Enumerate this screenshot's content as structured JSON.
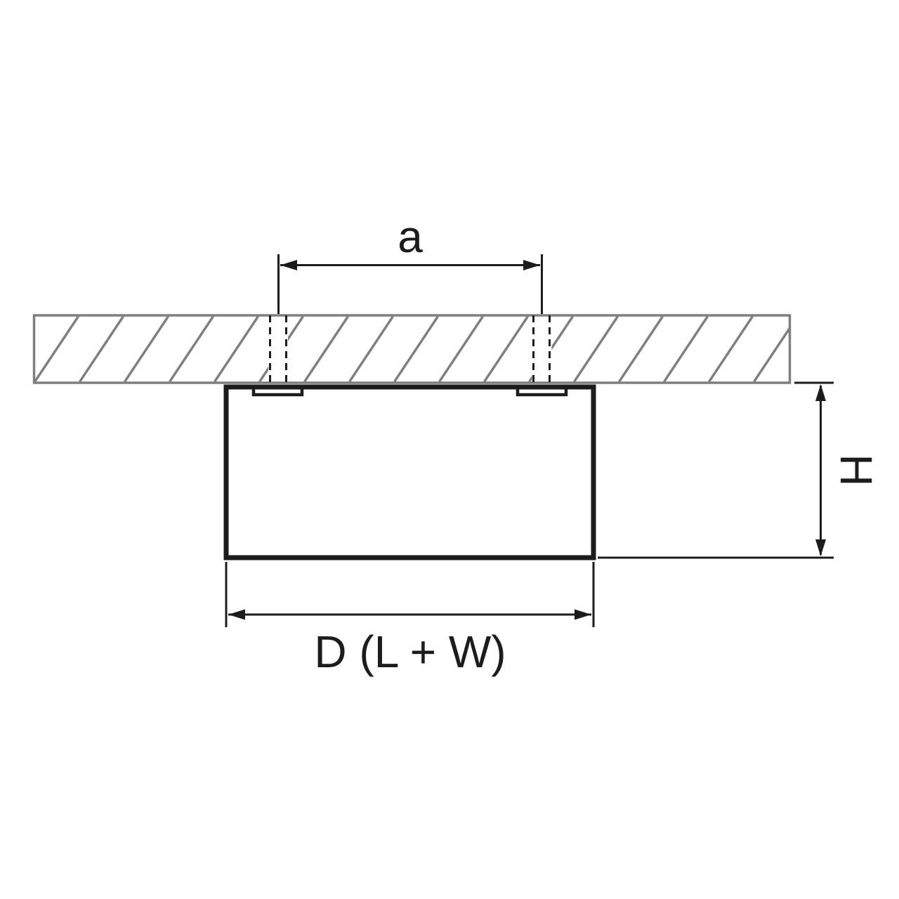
{
  "diagram": {
    "labels": {
      "hole_spacing": "a",
      "fixture_height": "H",
      "fixture_diameter": "D (L + W)"
    },
    "colors": {
      "ceiling": "#7f7f7f",
      "line": "#1c1c1c",
      "background": "#ffffff"
    }
  }
}
